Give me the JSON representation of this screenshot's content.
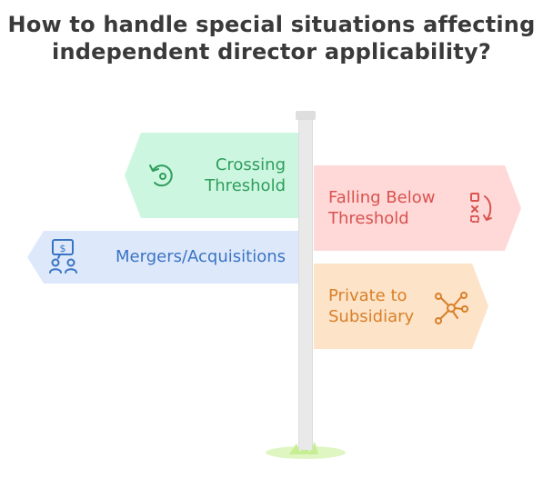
{
  "title": {
    "line1": "How to handle special situations affecting",
    "line2": "independent director applicability?"
  },
  "signs": {
    "crossing": {
      "line1": "Crossing",
      "line2": "Threshold",
      "icon": "rotate-ccw-icon",
      "fill": "#cdf6e0",
      "text_color": "#2f9e5d"
    },
    "falling": {
      "line1": "Falling Below",
      "line2": "Threshold",
      "icon": "sort-descending-icon",
      "fill": "#ffd8d8",
      "text_color": "#d9534f"
    },
    "mergers": {
      "line1": "Mergers/Acquisitions",
      "icon": "money-exchange-icon",
      "fill": "#dde9fb",
      "text_color": "#3b73c4"
    },
    "private": {
      "line1": "Private to",
      "line2": "Subsidiary",
      "icon": "network-hub-icon",
      "fill": "#fde3c8",
      "text_color": "#d97f28"
    }
  },
  "colors": {
    "pole": "#e9e9e9",
    "grass": "#c8ee94"
  }
}
